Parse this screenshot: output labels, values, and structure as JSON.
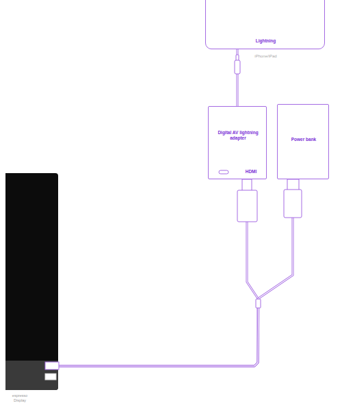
{
  "diagram": {
    "nodes": [
      {
        "text": [
          "Lightning",
          "iPhone/iPad"
        ]
      },
      {
        "text": [
          "Digital AV lightning adapter",
          "HDMI"
        ]
      },
      {
        "text": [
          "Power bank"
        ]
      },
      {
        "text": [
          "espresso Display"
        ]
      }
    ],
    "edges": [
      {
        "from": 0,
        "to": 1,
        "arrow": "none"
      },
      {
        "from": 1,
        "to": 3,
        "arrow": "none"
      },
      {
        "from": 2,
        "to": 3,
        "arrow": "none"
      }
    ]
  }
}
